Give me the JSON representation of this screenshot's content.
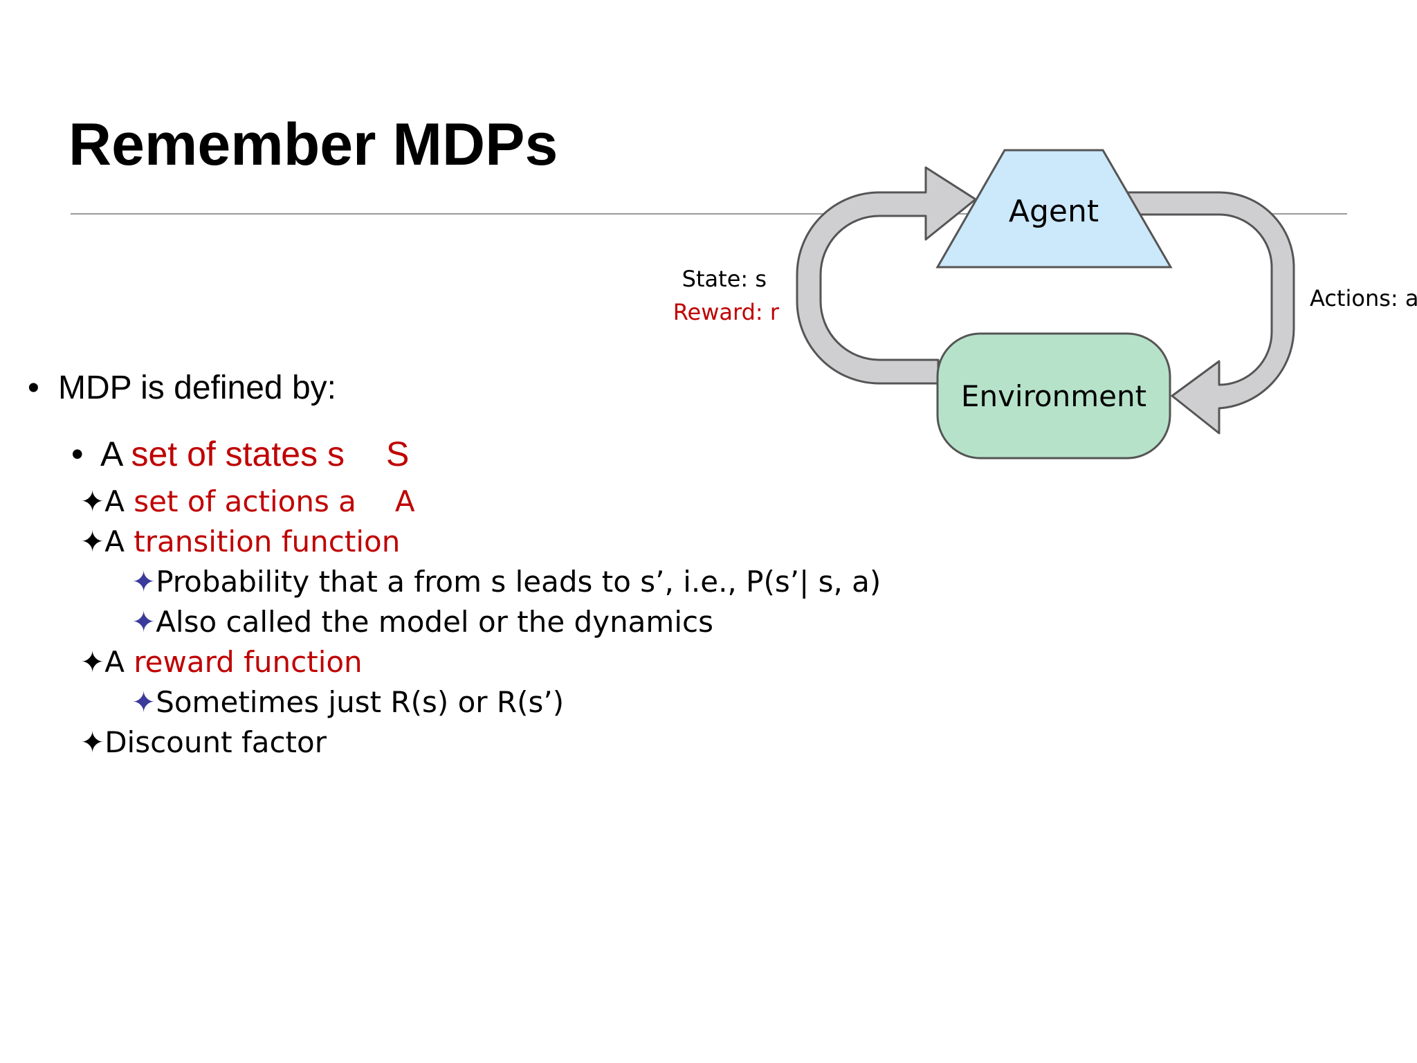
{
  "slide": {
    "title": "Remember MDPs"
  },
  "diagram": {
    "agent_label": "Agent",
    "environment_label": "Environment",
    "state_label": "State: s",
    "reward_label": "Reward: r",
    "actions_label": "Actions: a",
    "colors": {
      "agent_fill": "#cce8fb",
      "environment_fill": "#b6e2c9",
      "arrow_fill": "#cfcfd1",
      "outline": "#555555",
      "reward_text": "#c00000"
    }
  },
  "bullets": {
    "level1": {
      "marker": "•",
      "text": "MDP is defined by:"
    },
    "states": {
      "marker": "•",
      "prefix": "A ",
      "highlight": "set of states s",
      "set_symbol": "S"
    },
    "actions": {
      "marker": "✦",
      "prefix": "A ",
      "highlight": "set of actions a",
      "set_symbol": "A"
    },
    "transition": {
      "marker": "✦",
      "prefix": "A ",
      "highlight": "transition function"
    },
    "transition_sub1": {
      "marker": "✦",
      "text": "Probability that a from s leads to s’, i.e., P(s’| s, a)"
    },
    "transition_sub2": {
      "marker": "✦",
      "text": "Also called the model or the dynamics"
    },
    "reward": {
      "marker": "✦",
      "prefix": "A ",
      "highlight": "reward function"
    },
    "reward_sub1": {
      "marker": "✦",
      "text": "Sometimes just R(s) or R(s’)"
    },
    "discount": {
      "marker": "✦",
      "text": "Discount factor"
    }
  }
}
